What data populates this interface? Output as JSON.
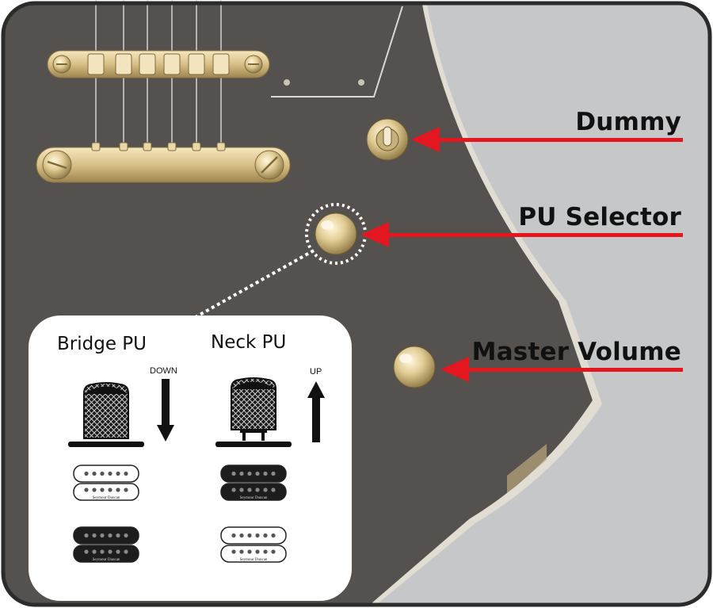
{
  "labels": {
    "dummy": "Dummy",
    "pu_selector": "PU Selector",
    "master_volume": "Master Volume"
  },
  "inset": {
    "bridge": {
      "title": "Bridge PU",
      "direction": "DOWN"
    },
    "neck": {
      "title": "Neck PU",
      "direction": "UP"
    },
    "pickup_brand": "Seymour Duncan"
  },
  "colors": {
    "arrow": "#e4161f",
    "body": "#55514e",
    "background_panel": "#c6c7c8",
    "hardware": "#d9c291"
  }
}
